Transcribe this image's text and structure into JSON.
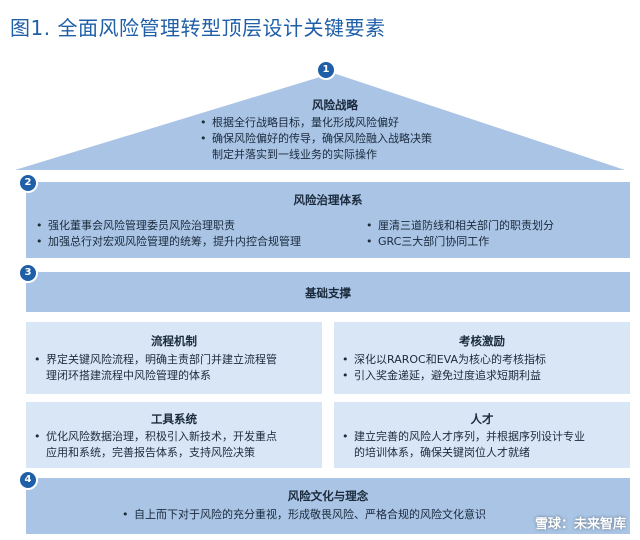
{
  "title": "图1. 全面风险管理转型顶层设计关键要素",
  "section1": {
    "num": "1",
    "title": "风险战略",
    "bullets": [
      "根据全行战略目标，量化形成风险偏好",
      "确保风险偏好的传导，确保风险融入战略决策",
      "制定并落实到一线业务的实际操作"
    ]
  },
  "section2": {
    "num": "2",
    "title": "风险治理体系",
    "left_bullets": [
      "强化董事会风险管理委员风险治理职责",
      "加强总行对宏观风险管理的统筹，提升内控合规管理"
    ],
    "right_bullets": [
      "厘清三道防线和相关部门的职责划分",
      "GRC三大部门协同工作"
    ]
  },
  "section3": {
    "num": "3",
    "title": "基础支撑",
    "cards": [
      {
        "title": "流程机制",
        "lines": [
          "界定关键风险流程，明确主责部门并建立流程管",
          "理闭环搭建流程中风险管理的体系"
        ]
      },
      {
        "title": "考核激励",
        "lines": [
          "深化以RAROC和EVA为核心的考核指标",
          "引入奖金递延，避免过度追求短期利益"
        ]
      },
      {
        "title": "工具系统",
        "lines": [
          "优化风险数据治理，积极引入新技术，开发重点",
          "应用和系统，完善报告体系，支持风险决策"
        ]
      },
      {
        "title": "人才",
        "lines": [
          "建立完善的风险人才序列，并根据序列设计专业",
          "的培训体系，确保关键岗位人才就绪"
        ]
      }
    ]
  },
  "section4": {
    "num": "4",
    "title": "风险文化与理念",
    "bullet": "自上而下对于风险的充分重视，形成敬畏风险、严格合规的风险文化意识"
  },
  "watermark": "雪球：未来智库",
  "colors": {
    "dark": "#a9c4e4",
    "light": "#d9e6f5",
    "badge": "#1f5fa8",
    "title": "#1f5fa8"
  }
}
